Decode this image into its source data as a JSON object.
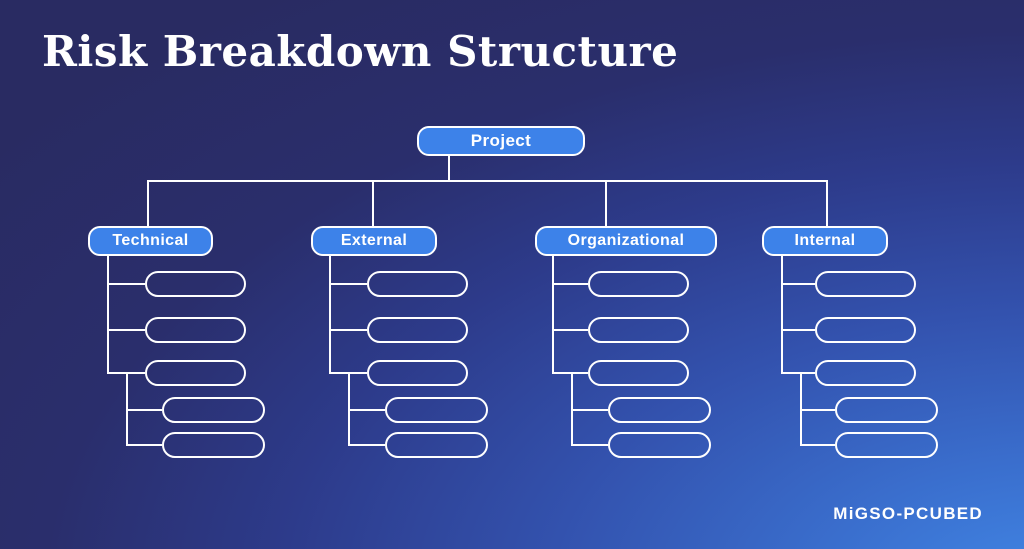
{
  "title": "Risk Breakdown Structure",
  "logo": "MiGSO-PCUBED",
  "tree": {
    "root": {
      "label": "Project"
    },
    "categories": [
      {
        "label": "Technical",
        "placeholder_count": 5
      },
      {
        "label": "External",
        "placeholder_count": 5
      },
      {
        "label": "Organizational",
        "placeholder_count": 5
      },
      {
        "label": "Internal",
        "placeholder_count": 5
      }
    ]
  },
  "colors": {
    "background_dark": "#292b62",
    "background_light": "#4187e6",
    "node_fill": "#3d82e9",
    "node_border": "#ffffff",
    "connector_line": "#ffffff",
    "text": "#ffffff"
  }
}
